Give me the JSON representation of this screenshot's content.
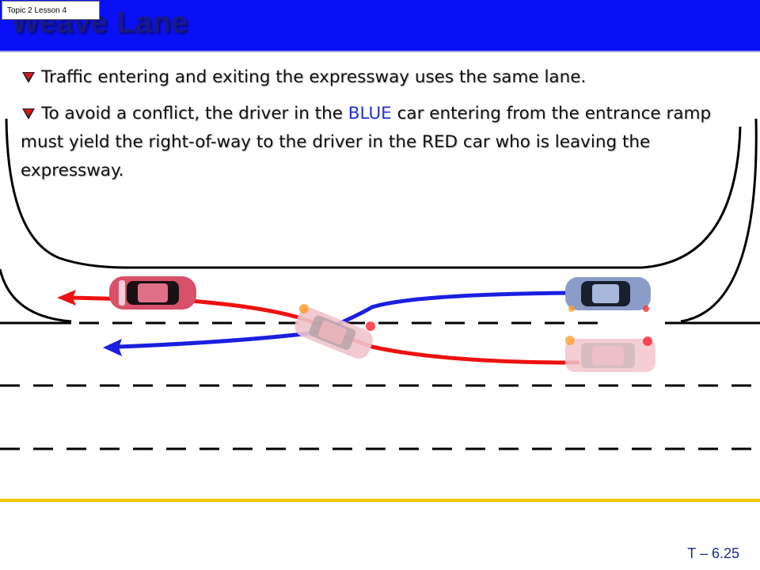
{
  "slide": {
    "tag": "Topic 2 Lesson 4",
    "title": "Weave Lane",
    "bullets": [
      {
        "text": "Traffic entering and exiting the expressway uses the same lane."
      },
      {
        "before": "To avoid a conflict, the driver in the ",
        "highlight": "BLUE",
        "after": " car entering from the entrance ramp must yield the right-of-way to the driver in the RED car who is leaving the expressway."
      }
    ],
    "slide_number": "T – 6.25"
  },
  "colors": {
    "header": "#0a10f6",
    "red_path": "#ee1111",
    "blue_path": "#1a1fe0",
    "shoulder_line": "#f2c400"
  }
}
